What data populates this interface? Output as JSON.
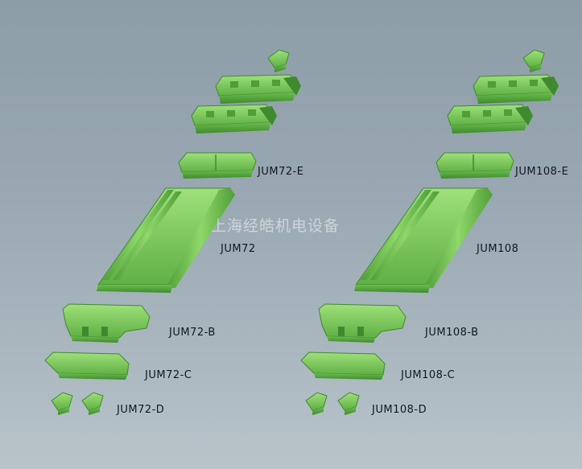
{
  "watermark": "上海经皓机电设备",
  "left_group": {
    "label_e": "JUM72-E",
    "label_main": "JUM72",
    "label_b": "JUM72-B",
    "label_c": "JUM72-C",
    "label_d": "JUM72-D"
  },
  "right_group": {
    "label_e": "JUM108-E",
    "label_main": "JUM108",
    "label_b": "JUM108-B",
    "label_c": "JUM108-C",
    "label_d": "JUM108-D"
  },
  "colors": {
    "part_light": "#8ed46a",
    "part_mid": "#5fb045",
    "part_dark": "#3f8a2e",
    "label": "#101820"
  }
}
